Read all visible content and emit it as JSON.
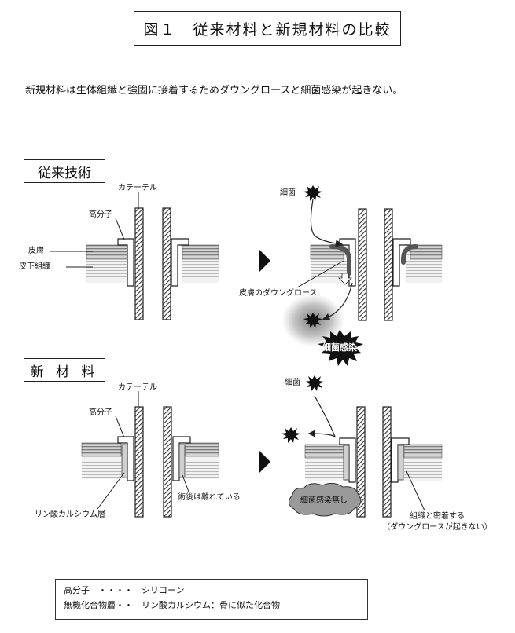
{
  "figure_title": "図１　従来材料と新規材料の比較",
  "description": "新規材料は生体組織と強固に接着するためダウングロースと細菌感染が起きない。",
  "sections": {
    "conventional": "従来技術",
    "new": "新 材 料"
  },
  "labels": {
    "catheter": "カテーテル",
    "polymer": "高分子",
    "epidermis": "皮膚",
    "subcutaneous": "皮下組織",
    "bacteria": "細菌",
    "downgrowth": "皮膚のダウングロース",
    "infection": "細菌感染",
    "no_infection": "細菌感染無し",
    "calcium_phosphate_layer": "リン酸カルシウム層",
    "separated_after_surgery": "術後は離れている",
    "adhesion_line1": "組織と密着する",
    "adhesion_line2": "（ダウングロースが起きない）"
  },
  "legend": {
    "line1": "高分子　・・・・　シリコーン",
    "line2": "無機化合物層・・　リン酸カルシウム：骨に似た化合物"
  }
}
